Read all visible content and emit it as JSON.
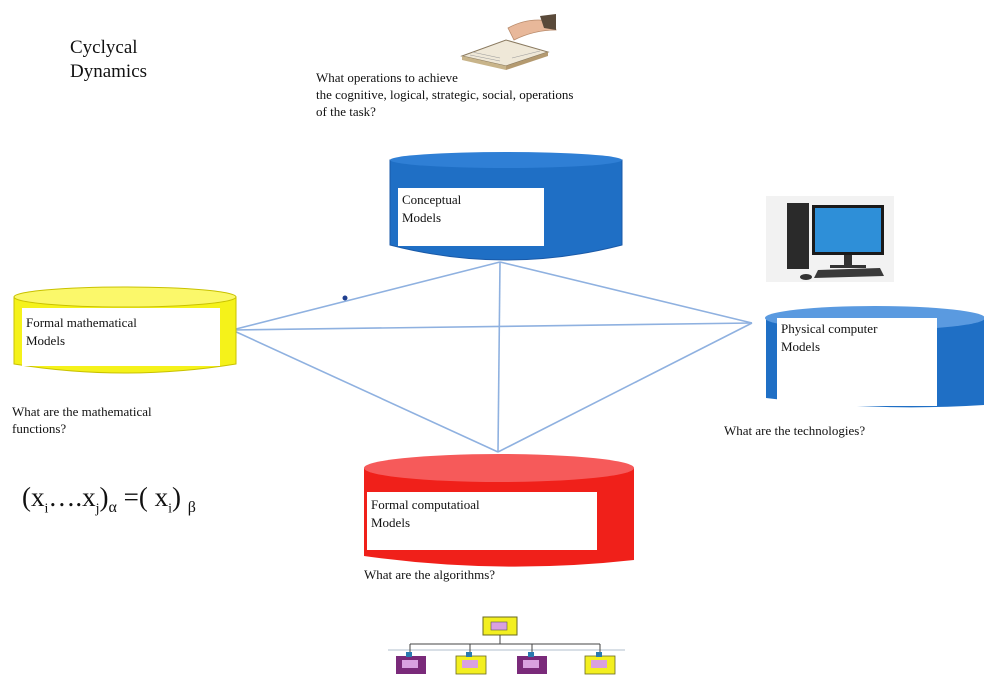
{
  "title": {
    "line1": "Cyclycal",
    "line2": "Dynamics"
  },
  "top_question": {
    "line1": "What operations to achieve",
    "line2": "the cognitive, logical, strategic, social, operations",
    "line3": "of the task?"
  },
  "nodes": {
    "conceptual": {
      "line1": "Conceptual",
      "line2": "Models",
      "color": "#1f6fc5"
    },
    "formal_math": {
      "line1": "Formal mathematical",
      "line2": "Models",
      "color": "#f5f21a"
    },
    "physical": {
      "line1": "Physical computer",
      "line2": "Models",
      "color": "#1f6fc5"
    },
    "computational": {
      "line1": "Formal computatioal",
      "line2": "Models",
      "color": "#f0201a"
    }
  },
  "questions": {
    "math": {
      "line1": "What are the mathematical",
      "line2": "functions?"
    },
    "tech": "What are the technologies?",
    "algo": "What are the algorithms?"
  },
  "formula": {
    "open": "(x",
    "sub_i": "i",
    "dots": "….x",
    "sub_j": "j",
    "close": ")",
    "alpha": "α",
    "eq": " =( x",
    "sub_i2": "i",
    "close2": ") ",
    "beta": "β"
  },
  "icons": [
    "reading-book-icon",
    "desktop-computer-icon",
    "flowchart-icon"
  ],
  "colors": {
    "connector": "#8fb1e0"
  }
}
